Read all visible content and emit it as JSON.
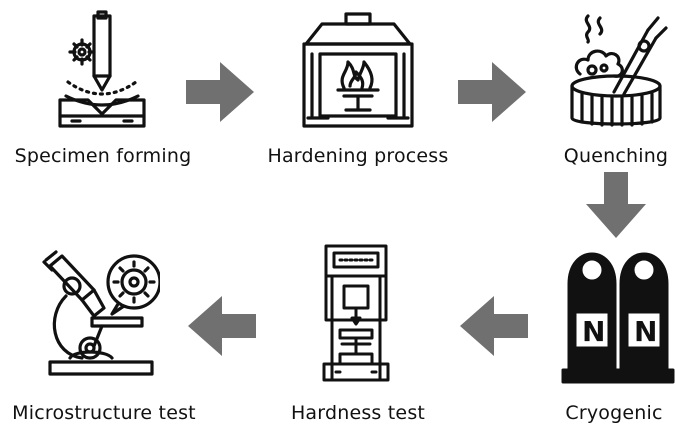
{
  "steps": [
    {
      "label": "Specimen forming",
      "icon": "press-forming-icon"
    },
    {
      "label": "Hardening process",
      "icon": "furnace-icon"
    },
    {
      "label": "Quenching",
      "icon": "quench-bath-icon"
    },
    {
      "label": "Cryogenic",
      "icon": "nitrogen-tanks-icon"
    },
    {
      "label": "Hardness test",
      "icon": "hardness-tester-icon"
    },
    {
      "label": "Microstructure test",
      "icon": "microscope-icon"
    }
  ],
  "colors": {
    "arrow": "#707070",
    "line": "#111111"
  }
}
